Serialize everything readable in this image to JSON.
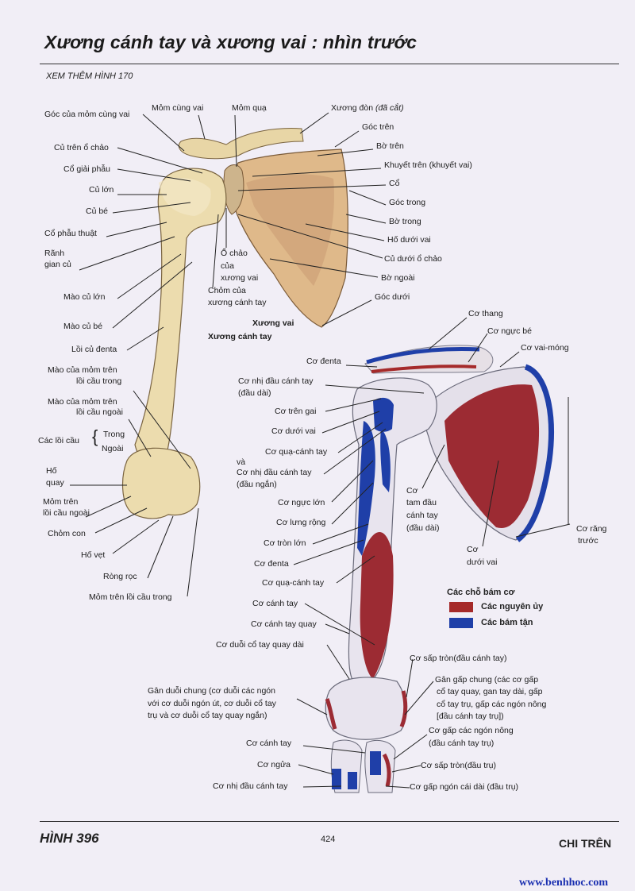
{
  "header": {
    "title": "Xương cánh tay và xương vai : nhìn trước",
    "see_also": "XEM THÊM HÌNH 170"
  },
  "footer": {
    "figure": "HÌNH 396",
    "page": "424",
    "section": "CHI TRÊN",
    "watermark": "www.benhhoc.com"
  },
  "legend": {
    "title": "Các chỗ bám cơ",
    "items": [
      {
        "label": "Các nguyên ủy",
        "color": "#a52a2a"
      },
      {
        "label": "Các bám tận",
        "color": "#1f3fa8"
      }
    ]
  },
  "bone_labels": {
    "goc_mom_cung_vai": "Góc của mỏm cùng vai",
    "mom_cung_vai": "Mỏm cùng vai",
    "mom_qua": "Mỏm quạ",
    "xuong_don": "Xương đòn",
    "xuong_don_note": "(đã cắt)",
    "goc_tren": "Góc trên",
    "cu_tren_o_chao": "Củ trên ổ chảo",
    "bo_tren": "Bờ trên",
    "co_giai_phau": "Cổ giải phẫu",
    "khuyet_tren": "Khuyết trên (khuyết vai)",
    "cu_lon": "Củ lớn",
    "co": "Cổ",
    "cu_be": "Củ bé",
    "goc_trong": "Góc trong",
    "co_phau_thuat": "Cổ phẫu thuật",
    "bo_trong": "Bờ trong",
    "ho_duoi_vai": "Hố dưới vai",
    "ranh": "Rãnh",
    "gian_cu": "gian củ",
    "o_chao_1": "Ổ chảo",
    "o_chao_2": "của",
    "o_chao_3": "xương vai",
    "cu_duoi_o_chao": "Củ dưới ổ chảo",
    "bo_ngoai": "Bờ ngoài",
    "mao_cu_lon": "Mào củ lớn",
    "chom_1": "Chỏm của",
    "chom_2": "xương cánh tay",
    "goc_duoi": "Góc dưới",
    "mao_cu_be": "Mào củ bé",
    "xuong_vai": "Xương vai",
    "xuong_canh_tay": "Xương cánh tay",
    "loi_cu_denta": "Lồi củ đenta",
    "mao_tren_trong_1": "Mào của mỏm trên",
    "mao_tren_trong_2": "lồi cầu trong",
    "mao_tren_ngoai_1": "Mào của mỏm trên",
    "mao_tren_ngoai_2": "lồi cầu ngoài",
    "cac_loi_cau": "Các lồi cầu",
    "trong": "Trong",
    "ngoai": "Ngoài",
    "ho_1": "Hố",
    "ho_2": "quay",
    "mom_tren_ngoai_1": "Mỏm trên",
    "mom_tren_ngoai_2": "lồi cầu ngoài",
    "chom_con": "Chỏm con",
    "ho_vet": "Hố vẹt",
    "rong_roc": "Ròng rọc",
    "mom_tren_trong": "Mỏm trên lồi cầu trong"
  },
  "muscle_labels": {
    "co_thang": "Cơ thang",
    "co_nguc_be": "Cơ ngực bé",
    "co_vai_mong": "Cơ vai-móng",
    "co_denta_top": "Cơ đenta",
    "nhi_dau_dai_1": "Cơ nhị đầu cánh tay",
    "nhi_dau_dai_2": "(đầu dài)",
    "co_tren_gai": "Cơ trên gai",
    "co_duoi_vai_left": "Cơ dưới vai",
    "co_qua_canh_tay": "Cơ quạ-cánh tay",
    "va": "và",
    "nhi_dau_ngan_1": "Cơ nhị đầu cánh tay",
    "nhi_dau_ngan_2": "(đầu ngắn)",
    "tam_dau_1": "Cơ",
    "tam_dau_2": "tam đầu",
    "tam_dau_3": "cánh tay",
    "tam_dau_4": "(đầu dài)",
    "co_nguc_lon": "Cơ ngực lớn",
    "co_lung_rong": "Cơ lưng rộng",
    "co_rang_truoc_1": "Cơ răng",
    "co_rang_truoc_2": "trước",
    "co_tron_lon": "Cơ tròn lớn",
    "duoi_vai_1": "Cơ",
    "duoi_vai_2": "dưới vai",
    "co_denta_mid": "Cơ đenta",
    "co_qua_canh_tay_2": "Cơ quạ-cánh tay",
    "co_canh_tay": "Cơ cánh tay",
    "co_canh_tay_quay": "Cơ cánh tay quay",
    "co_duoi_co_tay_quay_dai": "Cơ duỗi cổ tay quay dài",
    "co_sap_tron_canh_tay": "Cơ sấp tròn(đầu cánh tay)",
    "gan_gap_1": "Gân gấp chung (các cơ gấp",
    "gan_gap_2": "cổ tay quay, gan tay dài, gấp",
    "gan_gap_3": "cổ tay trụ, gấp các ngón nông",
    "gan_gap_4": "[đầu cánh tay trụ])",
    "gan_duoi_1": "Gân duỗi chung (cơ duỗi các ngón",
    "gan_duoi_2": "với cơ duỗi ngón út, cơ duỗi cổ tay",
    "gan_duoi_3": "trụ và cơ duỗi cổ tay quay ngắn)",
    "gap_nong_1": "Cơ gấp các ngón nông",
    "gap_nong_2": "(đầu cánh tay trụ)",
    "co_canh_tay_bottom": "Cơ cánh tay",
    "co_ngua": "Cơ ngửa",
    "co_sap_tron_tru": "Cơ sấp tròn(đầu trụ)",
    "co_nhi_dau_bottom": "Cơ nhị đầu cánh tay",
    "co_gap_ngon_cai": "Cơ gấp ngón cái dài (đầu trụ)"
  }
}
